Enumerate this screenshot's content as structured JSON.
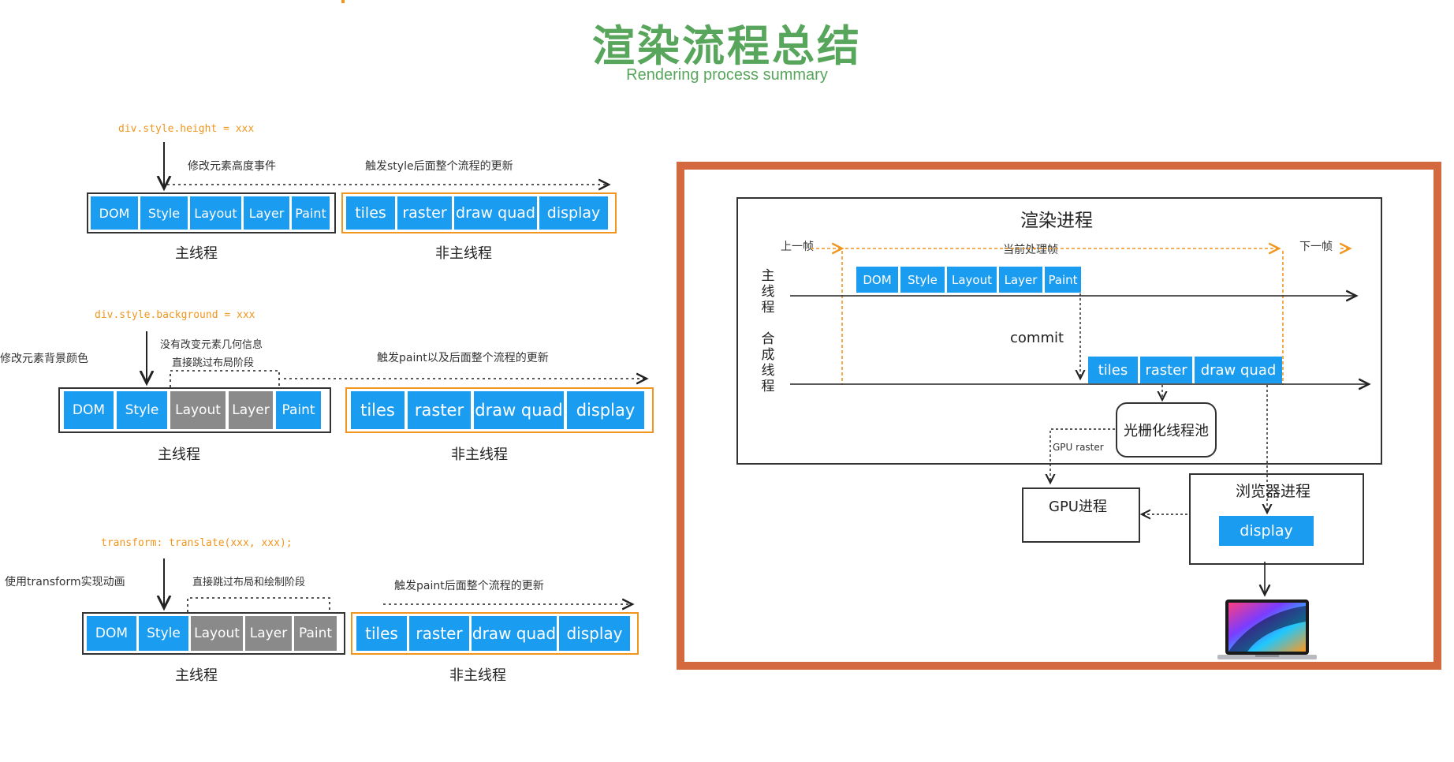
{
  "title": "渲染流程总结",
  "subtitle": "Rendering process summary",
  "scenario1": {
    "code": "div.style.height = xxx",
    "event": "修改元素高度事件",
    "trigger": "触发style后面整个流程的更新",
    "main_stages": [
      "DOM",
      "Style",
      "Layout",
      "Layer",
      "Paint"
    ],
    "comp_stages": [
      "tiles",
      "raster",
      "draw quad",
      "display"
    ],
    "main_label": "主线程",
    "comp_label": "非主线程"
  },
  "scenario2": {
    "code": "div.style.background = xxx",
    "event": "修改元素背景颜色",
    "skip_note_1": "没有改变元素几何信息",
    "skip_note_2": "直接跳过布局阶段",
    "trigger": "触发paint以及后面整个流程的更新",
    "main_stages": [
      "DOM",
      "Style",
      "Layout",
      "Layer",
      "Paint"
    ],
    "comp_stages": [
      "tiles",
      "raster",
      "draw quad",
      "display"
    ],
    "main_label": "主线程",
    "comp_label": "非主线程"
  },
  "scenario3": {
    "code": "transform: translate(xxx, xxx);",
    "event": "使用transform实现动画",
    "skip_note": "直接跳过布局和绘制阶段",
    "trigger": "触发paint后面整个流程的更新",
    "main_stages": [
      "DOM",
      "Style",
      "Layout",
      "Layer",
      "Paint"
    ],
    "comp_stages": [
      "tiles",
      "raster",
      "draw quad",
      "display"
    ],
    "main_label": "主线程",
    "comp_label": "非主线程"
  },
  "flow": {
    "renderer_title": "渲染进程",
    "prev_frame": "上一帧",
    "current_frame": "当前处理帧",
    "next_frame": "下一帧",
    "main_thread_label": "主线程",
    "compositor_label": "合成线程",
    "main_stages": [
      "DOM",
      "Style",
      "Layout",
      "Layer",
      "Paint"
    ],
    "commit": "commit",
    "comp_stages": [
      "tiles",
      "raster",
      "draw quad"
    ],
    "raster_pool": "光栅化线程池",
    "gpu_raster": "GPU raster",
    "gpu_process": "GPU进程",
    "browser_process": "浏览器进程",
    "display": "display"
  },
  "colors": {
    "title_green": "#58a55c",
    "stage_blue": "#1a9cf0",
    "skipped_gray": "#8a8a8a",
    "code_orange": "#f0961e",
    "frame_red": "#d4693f"
  },
  "icons": [
    "down-arrow-icon",
    "right-arrow-icon",
    "laptop-icon"
  ]
}
